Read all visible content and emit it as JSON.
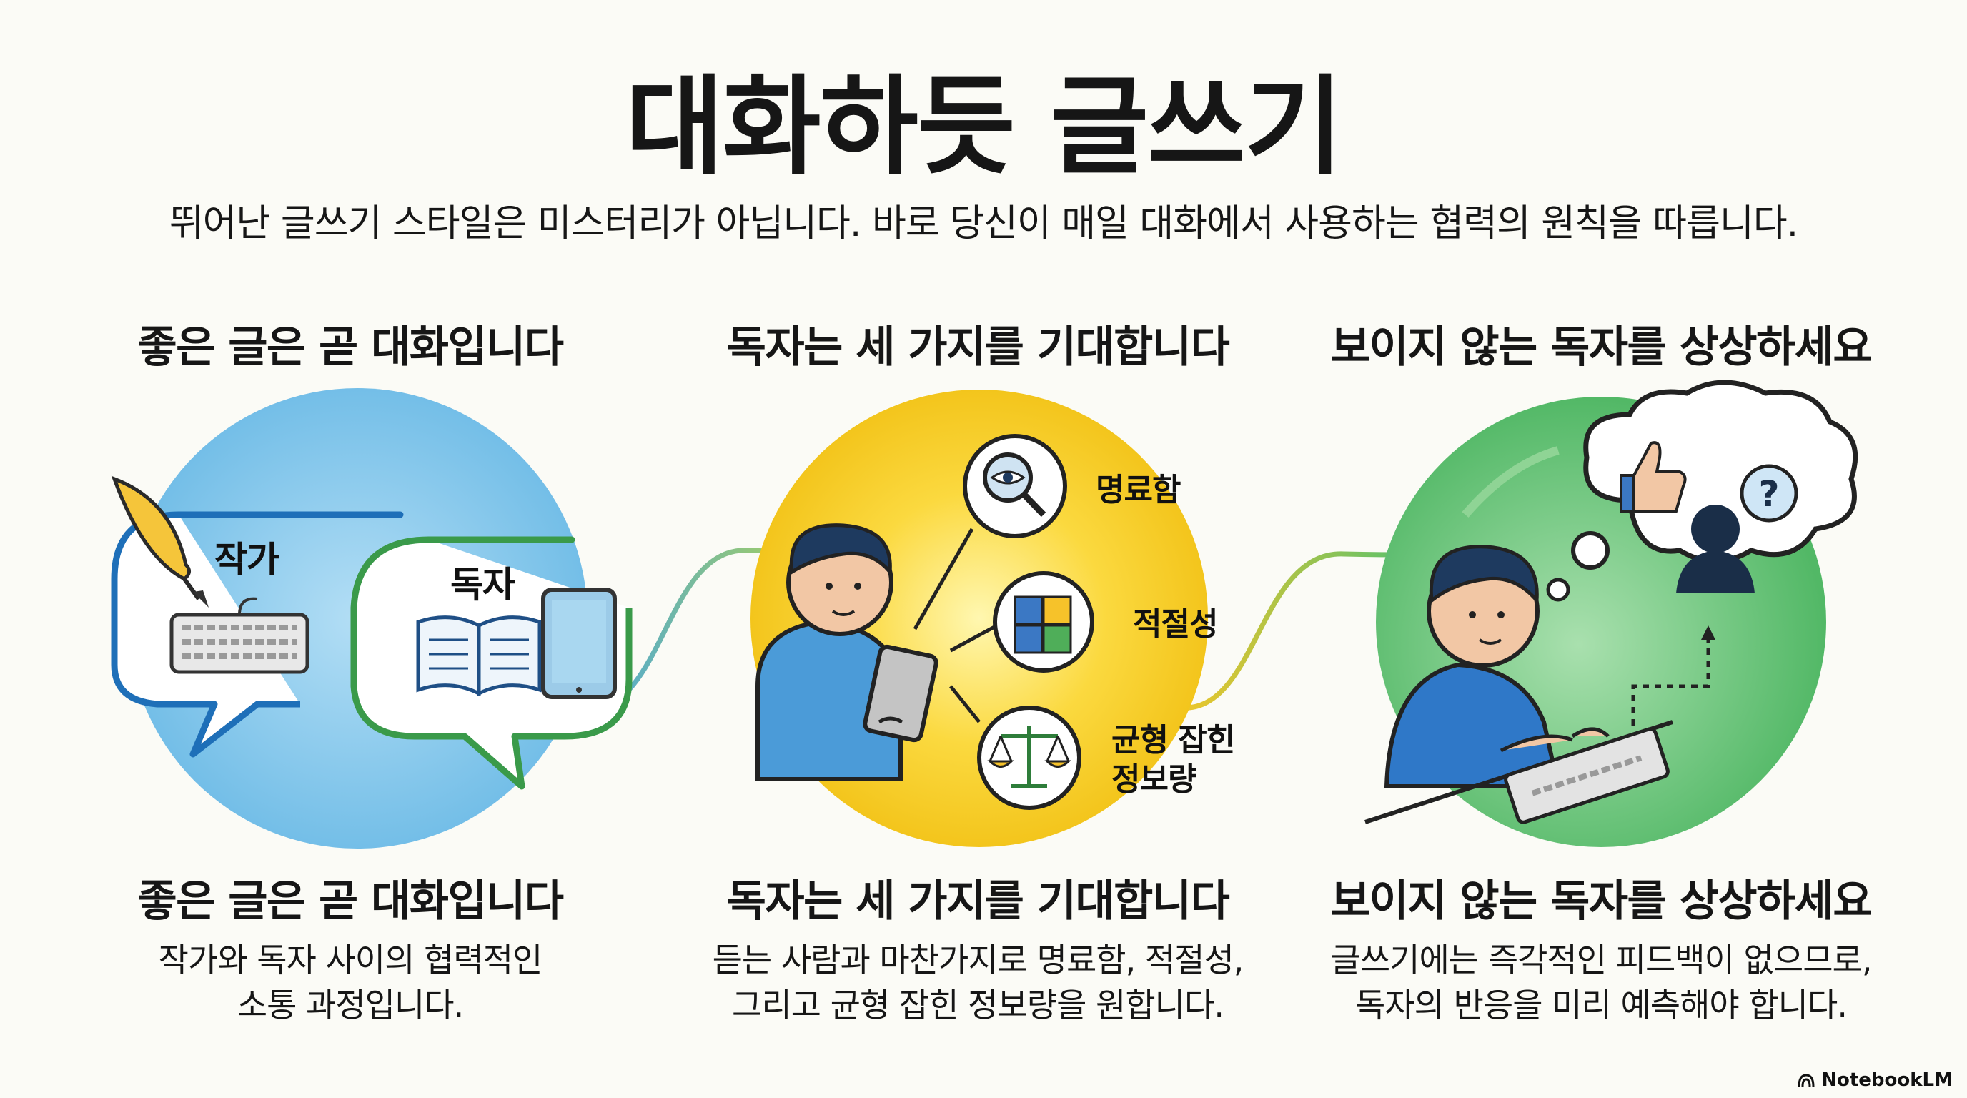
{
  "title": "대화하듯 글쓰기",
  "subtitle": "뛰어난 글쓰기 스타일은 미스터리가 아닙니다. 바로 당신이 매일 대화에서 사용하는 협력의 원칙을 따릅니다.",
  "columns": [
    {
      "heading": "좋은 글은 곧 대화입니다",
      "subheading": "좋은 글은 곧 대화입니다",
      "description": [
        "작가와 독자 사이의 협력적인",
        "소통 과정입니다."
      ],
      "labels": {
        "writer": "작가",
        "reader": "독자"
      },
      "color": "#7cc6ec"
    },
    {
      "heading": "독자는 세 가지를 기대합니다",
      "subheading": "독자는 세 가지를 기대합니다",
      "description": [
        "듣는 사람과 마찬가지로 명료함, 적절성,",
        "그리고 균형 잡힌 정보량을 원합니다."
      ],
      "labels": {
        "clarity": "명료함",
        "relevance": "적절성",
        "balance_1": "균형 잡힌",
        "balance_2": "정보량"
      },
      "color": "#f8cf2c"
    },
    {
      "heading": "보이지 않는 독자를 상상하세요",
      "subheading": "보이지 않는 독자를 상상하세요",
      "description": [
        "글쓰기에는 즉각적인 피드백이 없으므로,",
        "독자의 반응을 미리 예측해야 합니다."
      ],
      "labels": {
        "question": "?"
      },
      "color": "#5cc170"
    }
  ],
  "icons": [
    "quill-pen-icon",
    "keyboard-icon",
    "open-book-icon",
    "tablet-icon",
    "eye-magnifier-icon",
    "puzzle-icon",
    "balance-scale-icon",
    "thumbs-up-icon",
    "question-mark-icon",
    "person-silhouette-icon"
  ],
  "brand": "NotebookLM"
}
